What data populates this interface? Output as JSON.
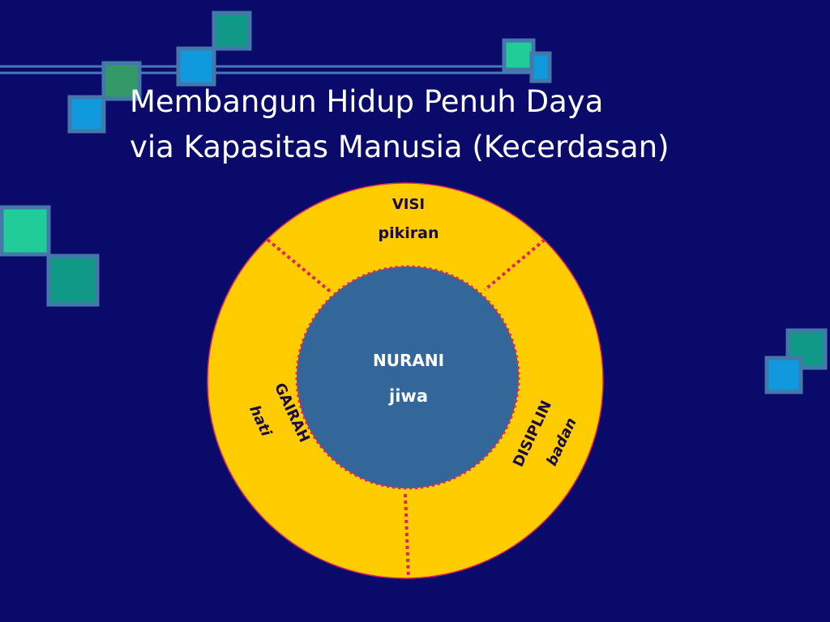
{
  "title": {
    "line1": "Membangun Hidup Penuh Daya",
    "line2": "via Kapasitas Manusia (Kecerdasan)"
  },
  "diagram": {
    "center": {
      "label": "NURANI",
      "sublabel": "jiwa"
    },
    "segments": [
      {
        "label": "VISI",
        "sublabel": "pikiran"
      },
      {
        "label": "GAIRAH",
        "sublabel": "hati"
      },
      {
        "label": "DISIPLIN",
        "sublabel": "badan"
      }
    ]
  },
  "colors": {
    "background": "#0a0a6b",
    "outer_ring": "#ffcc00",
    "inner_circle": "#336699",
    "divider": "#e0245e",
    "decor_teal": "#119988",
    "decor_blue": "#1199dd",
    "decor_green": "#22cc99",
    "decor_olive": "#339966",
    "decor_frame": "#4477aa"
  }
}
